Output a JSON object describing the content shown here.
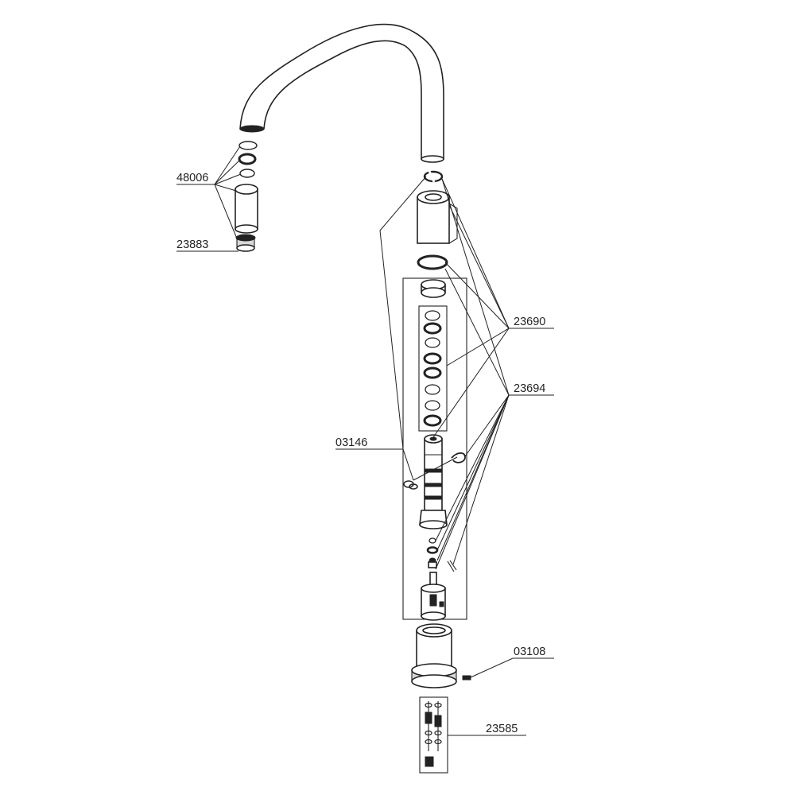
{
  "labels": {
    "l48006": "48006",
    "l23883": "23883",
    "l23690": "23690",
    "l23694": "23694",
    "l03146": "03146",
    "l03108": "03108",
    "l23585": "23585"
  },
  "colors": {
    "line": "#222222",
    "background": "#ffffff",
    "fill_grey": "#d9d9d9"
  }
}
